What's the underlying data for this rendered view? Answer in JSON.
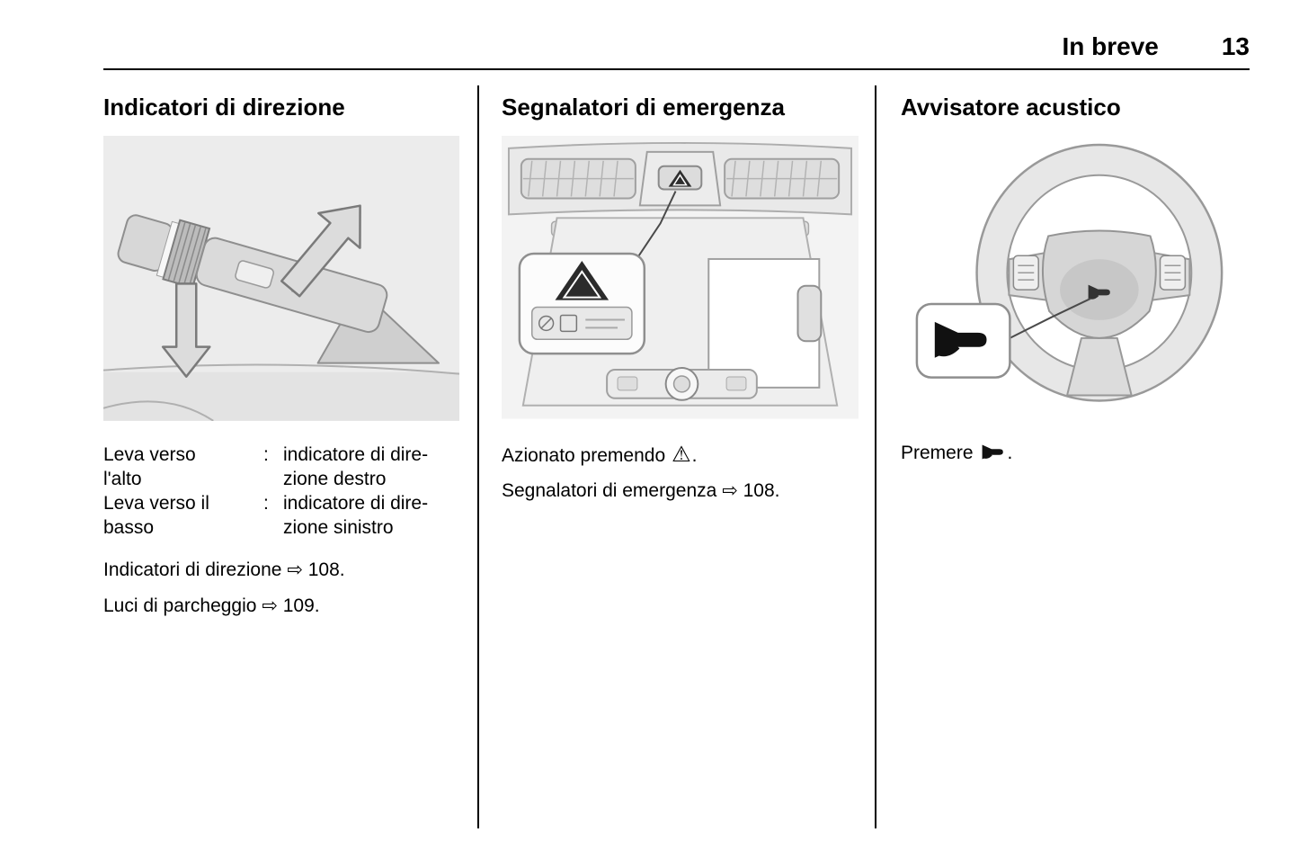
{
  "header": {
    "section": "In breve",
    "page_number": "13"
  },
  "col1": {
    "title": "Indicatori di direzione",
    "defs": [
      {
        "term_l1": "Leva verso",
        "term_l2": "l'alto",
        "colon": ":",
        "def_l1": "indicatore di dire-",
        "def_l2": "zione destro"
      },
      {
        "term_l1": "Leva verso il",
        "term_l2": "basso",
        "colon": ":",
        "def_l1": "indicatore di dire-",
        "def_l2": "zione sinistro"
      }
    ],
    "refs": [
      "Indicatori di direzione ⇨ 108.",
      "Luci di parcheggio ⇨ 109."
    ]
  },
  "col2": {
    "title": "Segnalatori di emergenza",
    "line1_before": "Azionato premendo",
    "hazard_symbol": "⚠",
    "line1_after": ".",
    "line2": "Segnalatori di emergenza ⇨ 108."
  },
  "col3": {
    "title": "Avvisatore acustico",
    "line1_before": "Premere",
    "line1_after": "."
  }
}
